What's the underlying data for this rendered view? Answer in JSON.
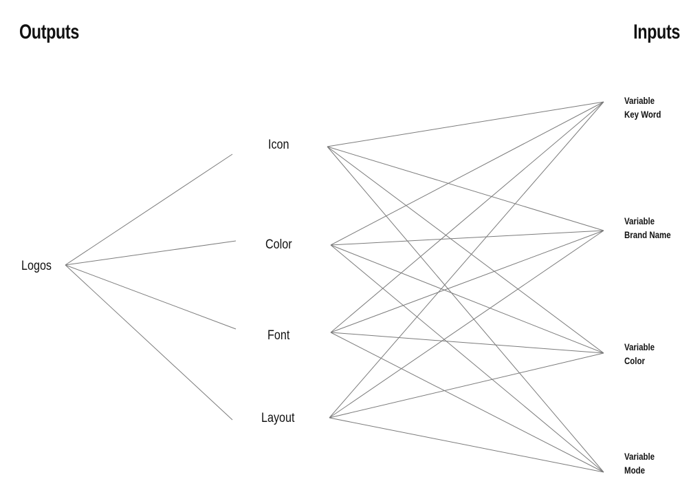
{
  "headers": {
    "outputs": "Outputs",
    "inputs": "Inputs"
  },
  "root": {
    "label": "Logos"
  },
  "components": [
    {
      "label": "Icon"
    },
    {
      "label": "Color"
    },
    {
      "label": "Font"
    },
    {
      "label": "Layout"
    }
  ],
  "inputs": [
    {
      "line1": "Variable",
      "line2": "Key Word"
    },
    {
      "line1": "Variable",
      "line2": "Brand Name"
    },
    {
      "line1": "Variable",
      "line2": "Color"
    },
    {
      "line1": "Variable",
      "line2": "Mode"
    }
  ]
}
